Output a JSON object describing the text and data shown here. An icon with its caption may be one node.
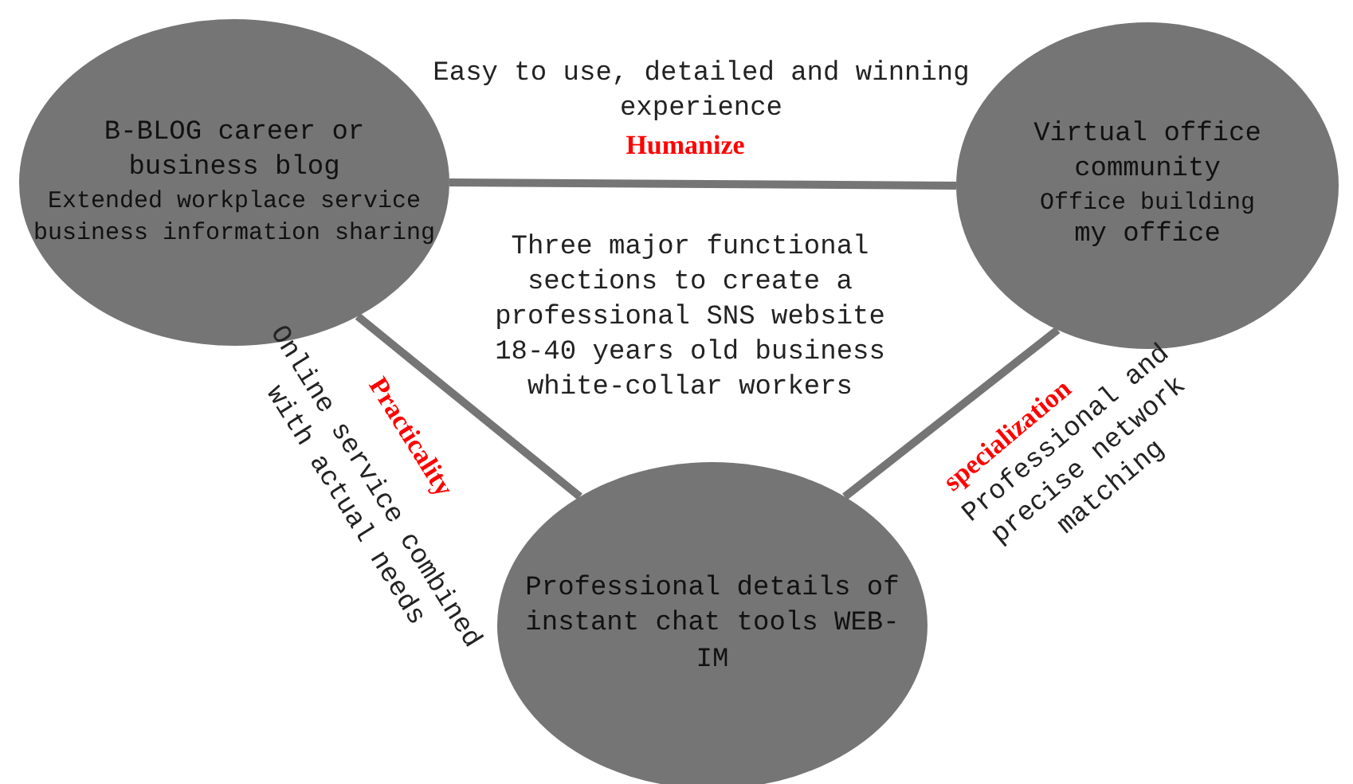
{
  "diagram": {
    "nodes": [
      {
        "text": [
          "B-BLOG career or business blog",
          "Extended workplace service business information sharing"
        ]
      },
      {
        "text": [
          "Virtual office community",
          "Office building",
          "my office"
        ]
      },
      {
        "text": [
          "Professional details of instant chat tools WEB-IM"
        ]
      }
    ],
    "edges": [
      {
        "from": 0,
        "to": 1,
        "arrow": "none",
        "label": "Humanize"
      },
      {
        "from": 0,
        "to": 2,
        "arrow": "none",
        "label": "Practicality"
      },
      {
        "from": 1,
        "to": 2,
        "arrow": "none",
        "label": "specialization"
      }
    ],
    "labels": [
      "Easy to use, detailed and winning experience",
      "Three major functional sections to create a professional SNS website 18-40 years old business white-collar workers",
      "Online service combined with actual needs",
      "Professional and precise network matching"
    ]
  }
}
